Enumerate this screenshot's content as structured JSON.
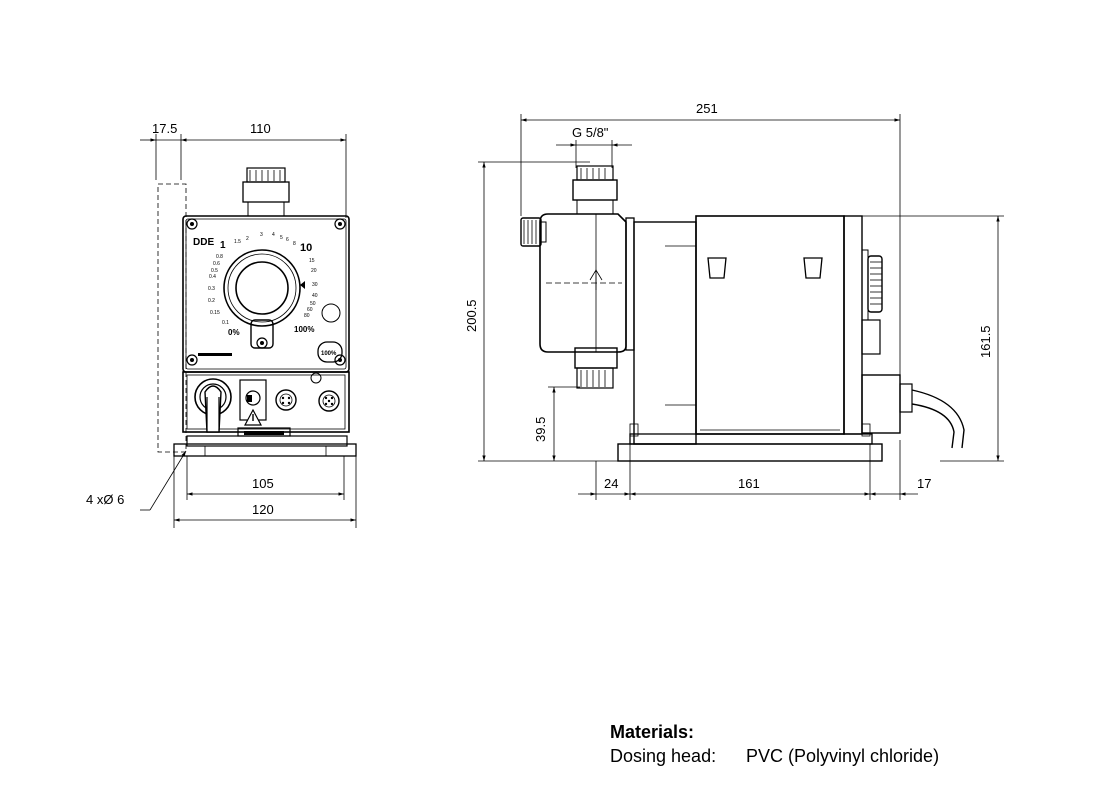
{
  "front_view": {
    "dims": {
      "offset": "17.5",
      "width_top": "110",
      "hole_spacing": "105",
      "base_width": "120",
      "holes": "4 xØ 6"
    },
    "panel": {
      "model": "DDE",
      "scale_high": "10",
      "scale_low": "1",
      "zero": "0%",
      "hundred": "100%",
      "button": "100%",
      "scale_left": [
        "1.5",
        "0.8",
        "0.6",
        "0.5",
        "0.4",
        "0.3",
        "0.2",
        "0.15",
        "0.1"
      ],
      "scale_top": [
        "2",
        "3",
        "4",
        "5",
        "6",
        "8"
      ],
      "scale_right": [
        "15",
        "20",
        "30",
        "40",
        "50",
        "60",
        "80"
      ]
    }
  },
  "side_view": {
    "dims": {
      "length": "251",
      "thread": "G 5/8\"",
      "height_total": "200.5",
      "height_body": "161.5",
      "height_port": "39.5",
      "d1": "24",
      "d2": "161",
      "d3": "17"
    }
  },
  "materials": {
    "title": "Materials:",
    "rows": [
      {
        "label": "Dosing head:",
        "value": "PVC (Polyvinyl chloride)"
      }
    ]
  }
}
